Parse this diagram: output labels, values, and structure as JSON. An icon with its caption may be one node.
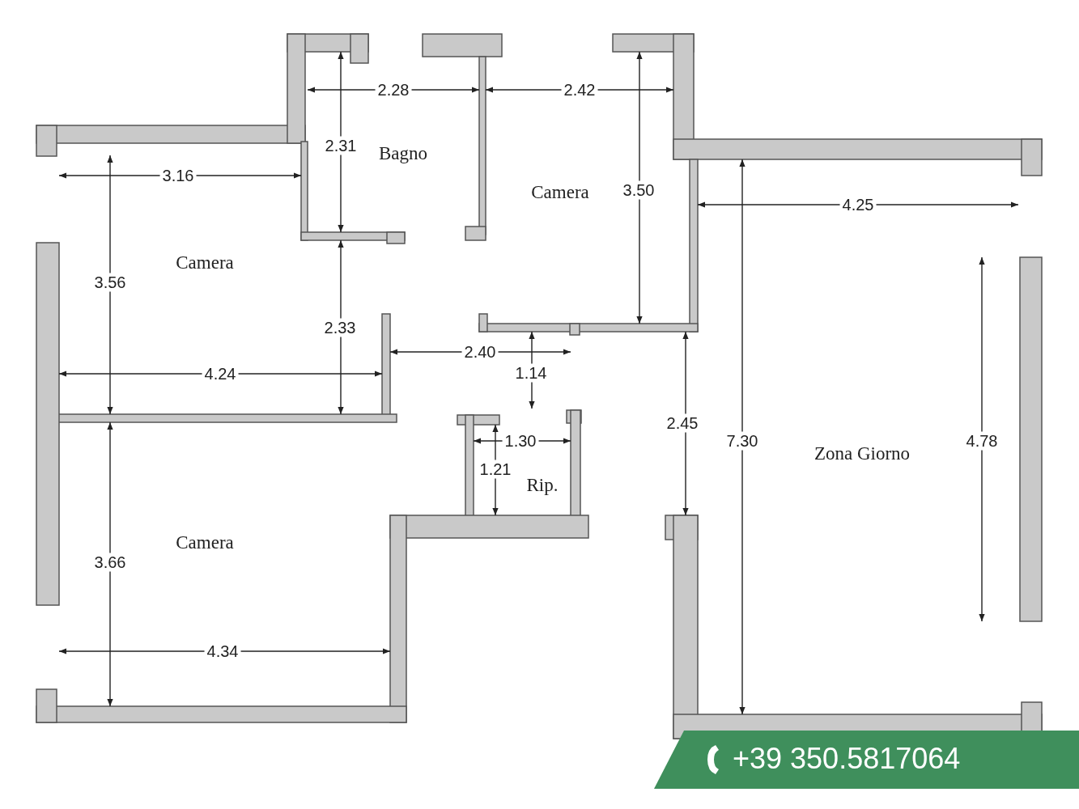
{
  "diagram": {
    "labels": [
      "2.28",
      "2.42",
      "2.31",
      "Bagno",
      "3.16",
      "Camera",
      "3.50",
      "4.25",
      "Camera",
      "3.56",
      "2.33",
      "2.40",
      "4.24",
      "1.14",
      "2.45",
      "1.30",
      "7.30",
      "4.78",
      "Zona Giorno",
      "1.21",
      "Rip.",
      "Camera",
      "3.66",
      "4.34",
      "+39 350.5817064"
    ]
  }
}
